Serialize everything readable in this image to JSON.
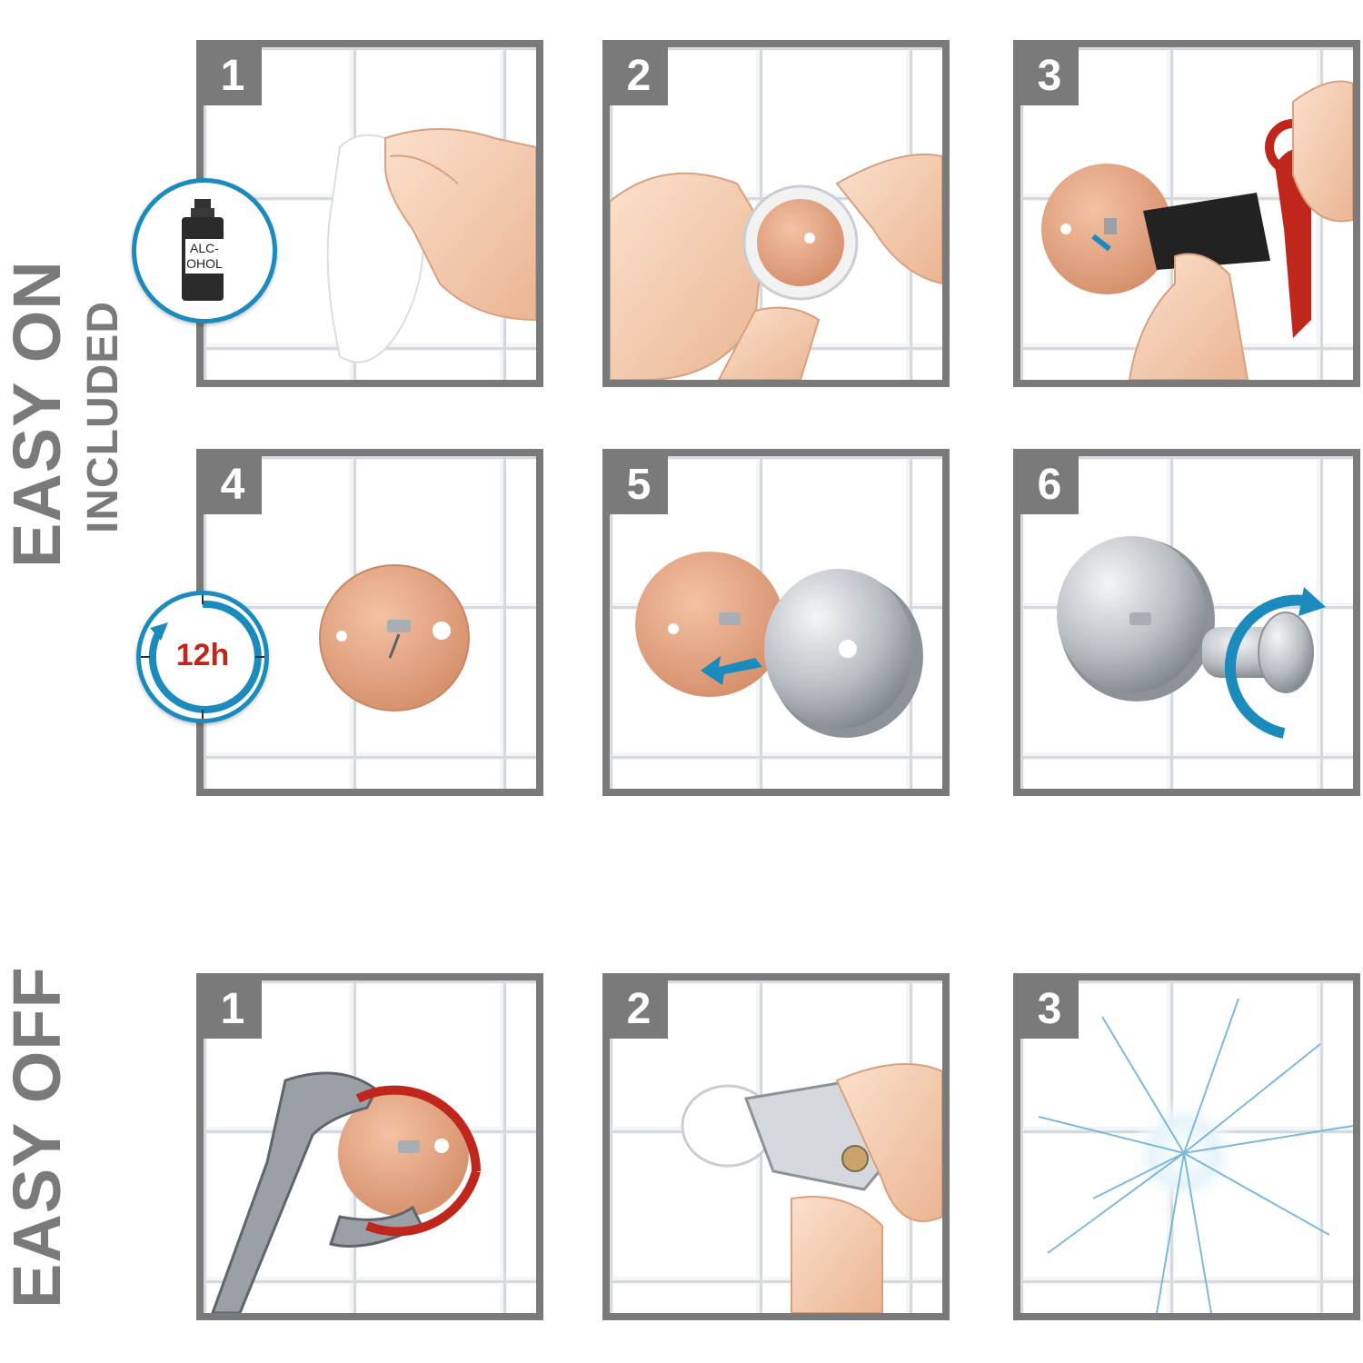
{
  "labels": {
    "easy_on": "EASY ON",
    "included": "INCLUDED",
    "easy_off": "EASY OFF"
  },
  "easy_on_steps": [
    {
      "number": "1",
      "icon": "wipe-with-cloth-icon"
    },
    {
      "number": "2",
      "icon": "peel-adhesive-ring-icon"
    },
    {
      "number": "3",
      "icon": "apply-glue-icon"
    },
    {
      "number": "4",
      "icon": "adapter-plate-icon"
    },
    {
      "number": "5",
      "icon": "attach-cover-icon"
    },
    {
      "number": "6",
      "icon": "screw-hook-icon"
    }
  ],
  "easy_off_steps": [
    {
      "number": "1",
      "icon": "wrench-turn-icon"
    },
    {
      "number": "2",
      "icon": "scraper-icon"
    },
    {
      "number": "3",
      "icon": "clean-tile-sparkle-icon"
    }
  ],
  "alcohol_badge": {
    "label": "ALC-\nOHOL",
    "icon": "alcohol-bottle-icon"
  },
  "timer_badge": {
    "label": "12h",
    "icon": "clock-arrow-icon"
  },
  "colors": {
    "frame_gray": "#7a7a7a",
    "accent_blue": "#1b8bbd",
    "accent_red": "#c0271c",
    "copper": "#e4a582",
    "chrome": "#c9cdd1",
    "skin": "#f5cdb1"
  }
}
